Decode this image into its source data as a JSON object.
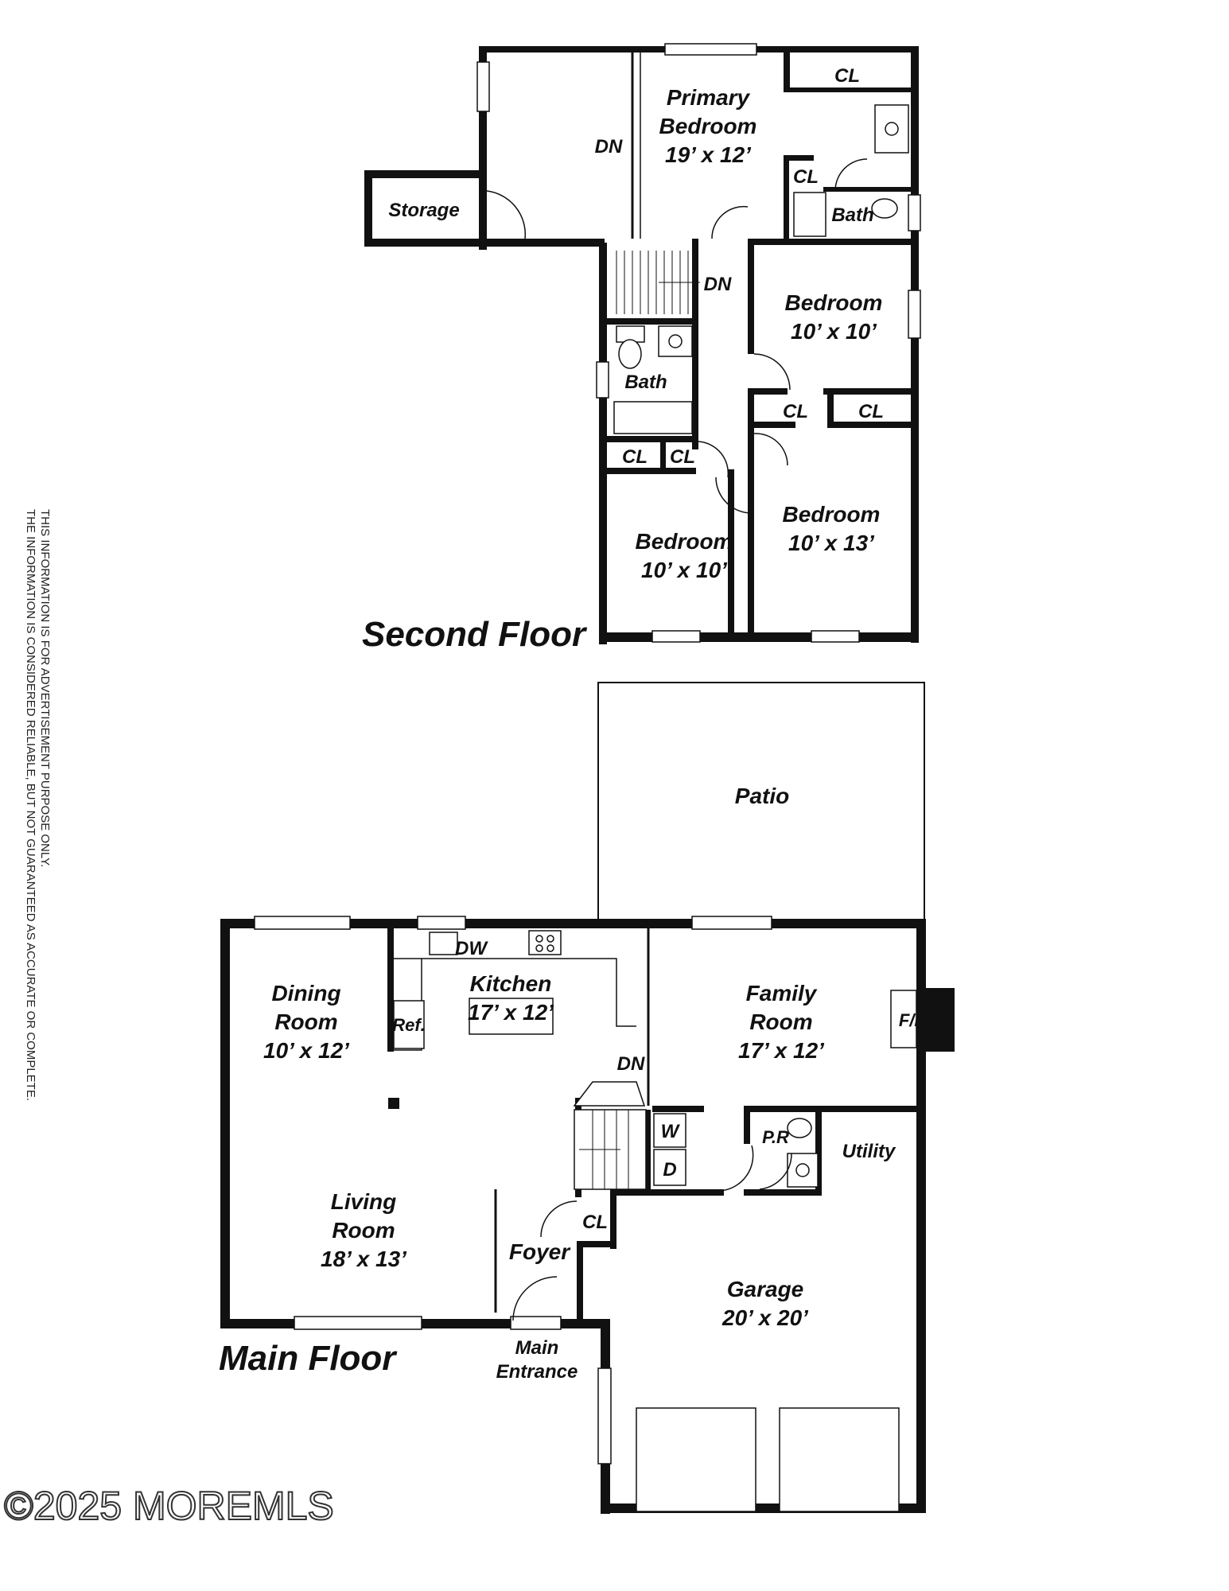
{
  "floors": {
    "second": {
      "title": "Second Floor",
      "rooms": {
        "primary_bedroom": {
          "name_line1": "Primary",
          "name_line2": "Bedroom",
          "dims": "19’ x 12’"
        },
        "storage": {
          "name": "Storage"
        },
        "primary_closet": {
          "name": "CL"
        },
        "primary_bath_closet": {
          "name": "CL"
        },
        "primary_bath": {
          "name": "Bath"
        },
        "stairs_dn_label": "DN",
        "primary_dn_label": "DN",
        "bedroom_ne": {
          "name": "Bedroom",
          "dims": "10’ x 10’"
        },
        "hall_bath": {
          "name": "Bath"
        },
        "closet_mid_left": {
          "name": "CL"
        },
        "closet_mid_right": {
          "name": "CL"
        },
        "closet_sw_1": {
          "name": "CL"
        },
        "closet_sw_2": {
          "name": "CL"
        },
        "bedroom_sw": {
          "name": "Bedroom",
          "dims": "10’ x 10’"
        },
        "bedroom_se": {
          "name": "Bedroom",
          "dims": "10’ x 13’"
        }
      }
    },
    "main": {
      "title": "Main Floor",
      "rooms": {
        "patio": {
          "name": "Patio"
        },
        "dining_room": {
          "name_line1": "Dining",
          "name_line2": "Room",
          "dims": "10’ x 12’"
        },
        "kitchen": {
          "name": "Kitchen",
          "dims": "17’ x 12’"
        },
        "dishwasher": "DW",
        "refrigerator": "Ref.",
        "family_room": {
          "name_line1": "Family",
          "name_line2": "Room",
          "dims": "17’ x 12’"
        },
        "fireplace": "F/P",
        "stairs_dn_label": "DN",
        "washer": "W",
        "dryer": "D",
        "powder_room": "P.R",
        "utility": "Utility",
        "living_room": {
          "name_line1": "Living",
          "name_line2": "Room",
          "dims": "18’ x 13’"
        },
        "foyer_closet": "CL",
        "foyer": "Foyer",
        "main_entrance": {
          "line1": "Main",
          "line2": "Entrance"
        },
        "garage": {
          "name": "Garage",
          "dims": "20’ x 20’"
        }
      }
    }
  },
  "disclaimer": {
    "line1": "THIS INFORMATION IS FOR ADVERTISEMENT PURPOSE ONLY.",
    "line2": "THE INFORMATION IS CONSIDERED RELIABLE, BUT NOT GUARANTEED AS ACCURATE OR COMPLETE."
  },
  "watermark": "©2025 MOREMLS",
  "colors": {
    "wall": "#111111",
    "background": "#ffffff"
  }
}
